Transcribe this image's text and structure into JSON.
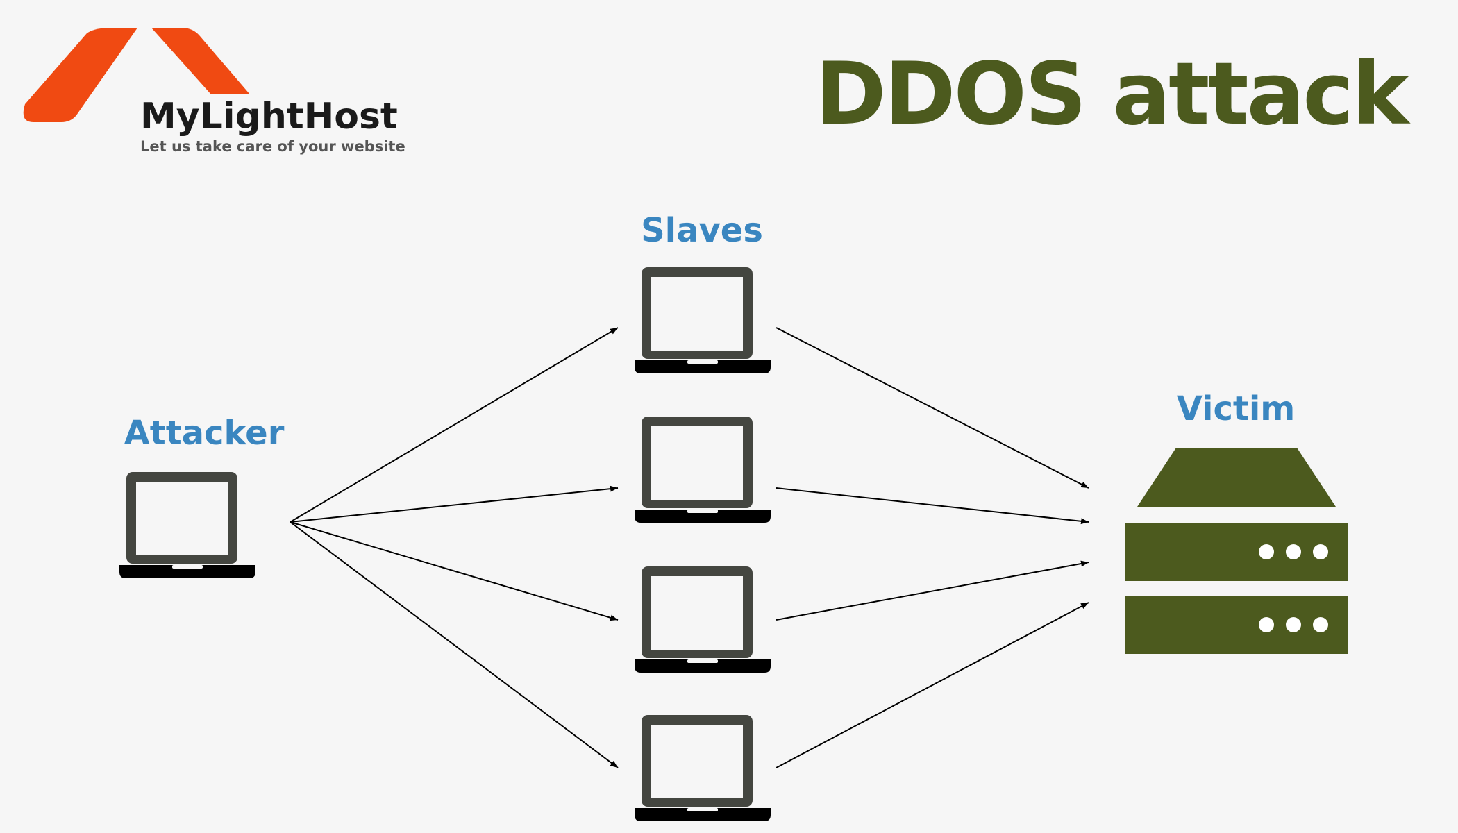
{
  "logo": {
    "brand": "MyLightHost",
    "tagline": "Let us take care of your website",
    "color": "#f04a12"
  },
  "title": "DDOS attack",
  "title_color": "#4c5a1e",
  "label_color": "#3a86c0",
  "nodes": {
    "attacker": {
      "label": "Attacker",
      "icon": "laptop-icon"
    },
    "slaves": {
      "label": "Slaves",
      "icon": "laptop-icon",
      "count": 4
    },
    "victim": {
      "label": "Victim",
      "icon": "server-icon"
    }
  },
  "edges": [
    {
      "from": "attacker",
      "to": "slave-1"
    },
    {
      "from": "attacker",
      "to": "slave-2"
    },
    {
      "from": "attacker",
      "to": "slave-3"
    },
    {
      "from": "attacker",
      "to": "slave-4"
    },
    {
      "from": "slave-1",
      "to": "victim"
    },
    {
      "from": "slave-2",
      "to": "victim"
    },
    {
      "from": "slave-3",
      "to": "victim"
    },
    {
      "from": "slave-4",
      "to": "victim"
    }
  ]
}
